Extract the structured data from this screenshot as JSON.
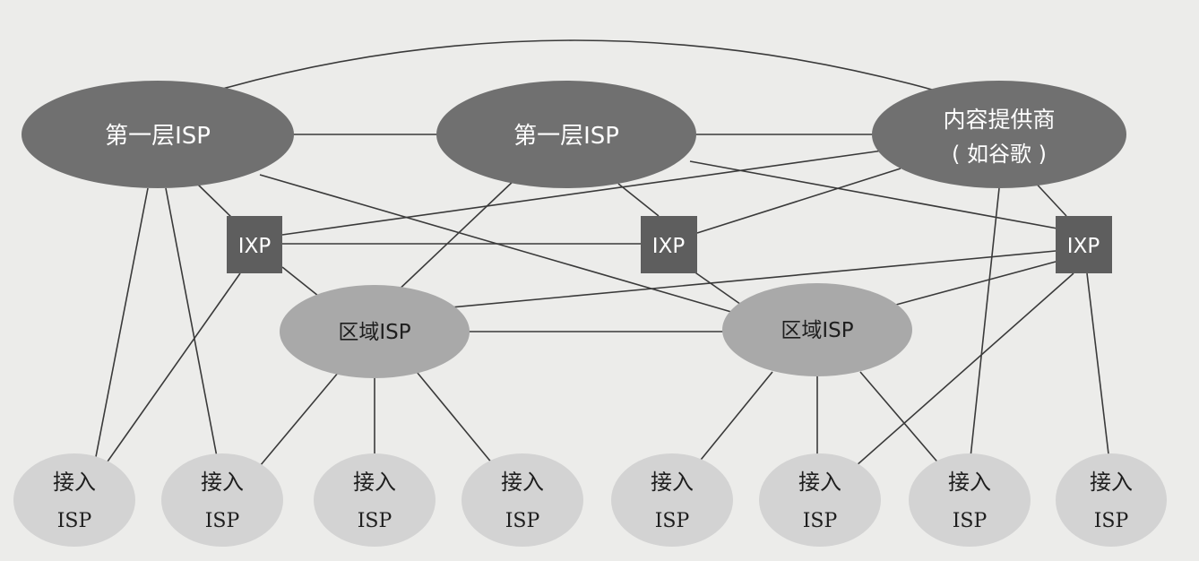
{
  "colors": {
    "background": "#ececea",
    "tier1_fill": "#707070",
    "tier1_text": "#ffffff",
    "content_fill": "#707070",
    "ixp_fill": "#5e5e5e",
    "ixp_text": "#ffffff",
    "regional_fill": "#a9a9a9",
    "regional_text": "#1e1e1e",
    "access_fill": "#d3d3d3",
    "access_text": "#1e1e1e",
    "edge": "#3a3a3a"
  },
  "nodes": {
    "tier1_left": {
      "label": "第一层ISP"
    },
    "tier1_mid": {
      "label": "第一层ISP"
    },
    "content_provider": {
      "line1": "内容提供商",
      "line2": "( 如谷歌 )"
    },
    "ixp_left": {
      "label": "IXP"
    },
    "ixp_mid": {
      "label": "IXP"
    },
    "ixp_right": {
      "label": "IXP"
    },
    "regional_left": {
      "label": "区域ISP"
    },
    "regional_right": {
      "label": "区域ISP"
    },
    "access": [
      {
        "line1": "接入",
        "line2": "ISP"
      },
      {
        "line1": "接入",
        "line2": "ISP"
      },
      {
        "line1": "接入",
        "line2": "ISP"
      },
      {
        "line1": "接入",
        "line2": "ISP"
      },
      {
        "line1": "接入",
        "line2": "ISP"
      },
      {
        "line1": "接入",
        "line2": "ISP"
      },
      {
        "line1": "接入",
        "line2": "ISP"
      },
      {
        "line1": "接入",
        "line2": "ISP"
      }
    ]
  }
}
